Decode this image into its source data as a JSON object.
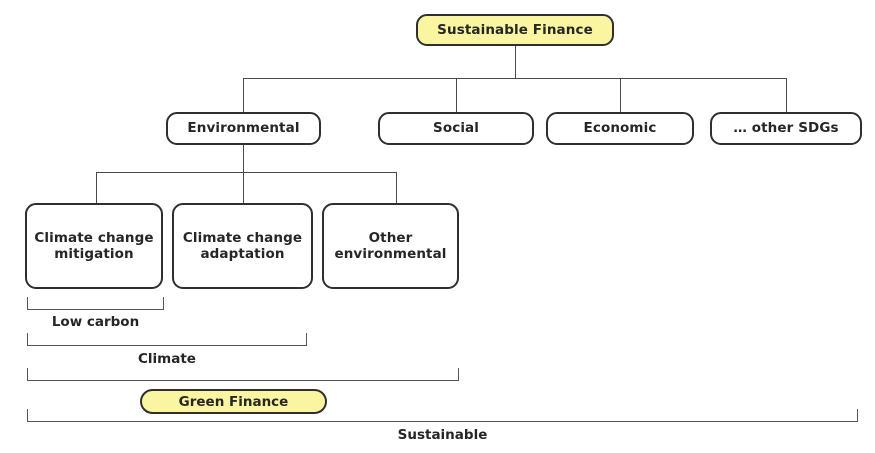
{
  "diagram": {
    "title_node": {
      "label": "Sustainable Finance",
      "color": "#faf5a0"
    },
    "level2": [
      {
        "label": "Environmental"
      },
      {
        "label": "Social"
      },
      {
        "label": "Economic"
      },
      {
        "label": "… other SDGs"
      }
    ],
    "level3": [
      {
        "label": "Climate change\nmitigation"
      },
      {
        "label": "Climate change\nadaptation"
      },
      {
        "label": "Other\nenvironmental"
      }
    ],
    "brackets": [
      {
        "label": "Low carbon"
      },
      {
        "label": "Climate"
      },
      {
        "label": "Sustainable"
      }
    ],
    "pill": {
      "label": "Green Finance",
      "color": "#faf5a0"
    },
    "colors": {
      "highlight": "#faf5a0",
      "box_border": "#2f2f2f",
      "connector": "#4a4a4a",
      "text": "#262626",
      "background": "#ffffff"
    }
  }
}
